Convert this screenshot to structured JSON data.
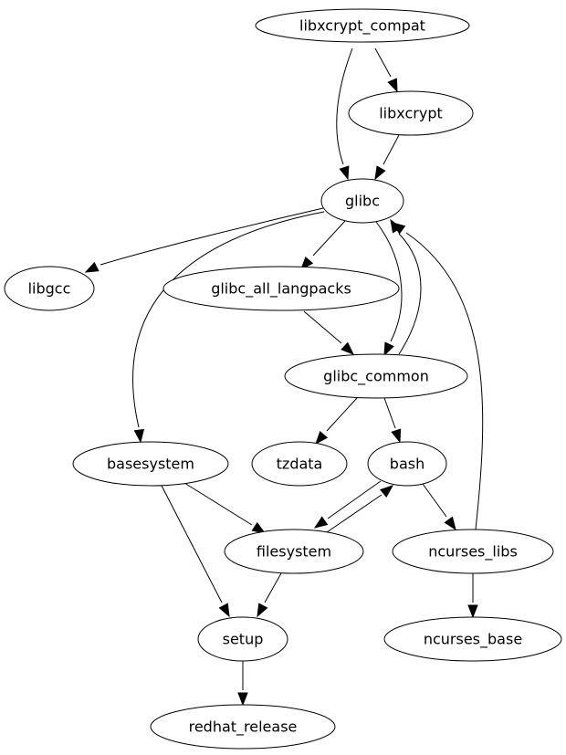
{
  "graph": {
    "type": "directed-dependency-graph",
    "nodes": [
      {
        "id": "libxcrypt_compat",
        "label": "libxcrypt_compat"
      },
      {
        "id": "libxcrypt",
        "label": "libxcrypt"
      },
      {
        "id": "glibc",
        "label": "glibc"
      },
      {
        "id": "libgcc",
        "label": "libgcc"
      },
      {
        "id": "glibc_all_langpacks",
        "label": "glibc_all_langpacks"
      },
      {
        "id": "glibc_common",
        "label": "glibc_common"
      },
      {
        "id": "basesystem",
        "label": "basesystem"
      },
      {
        "id": "tzdata",
        "label": "tzdata"
      },
      {
        "id": "bash",
        "label": "bash"
      },
      {
        "id": "filesystem",
        "label": "filesystem"
      },
      {
        "id": "ncurses_libs",
        "label": "ncurses_libs"
      },
      {
        "id": "setup",
        "label": "setup"
      },
      {
        "id": "ncurses_base",
        "label": "ncurses_base"
      },
      {
        "id": "redhat_release",
        "label": "redhat_release"
      }
    ],
    "edges": [
      {
        "from": "libxcrypt_compat",
        "to": "libxcrypt"
      },
      {
        "from": "libxcrypt_compat",
        "to": "glibc"
      },
      {
        "from": "libxcrypt",
        "to": "glibc"
      },
      {
        "from": "glibc",
        "to": "libgcc"
      },
      {
        "from": "glibc",
        "to": "glibc_all_langpacks"
      },
      {
        "from": "glibc",
        "to": "glibc_common"
      },
      {
        "from": "glibc",
        "to": "basesystem"
      },
      {
        "from": "glibc_common",
        "to": "glibc"
      },
      {
        "from": "ncurses_libs",
        "to": "glibc"
      },
      {
        "from": "glibc_all_langpacks",
        "to": "glibc_common"
      },
      {
        "from": "glibc_common",
        "to": "tzdata"
      },
      {
        "from": "glibc_common",
        "to": "bash"
      },
      {
        "from": "basesystem",
        "to": "filesystem"
      },
      {
        "from": "basesystem",
        "to": "setup"
      },
      {
        "from": "bash",
        "to": "filesystem"
      },
      {
        "from": "filesystem",
        "to": "bash"
      },
      {
        "from": "bash",
        "to": "ncurses_libs"
      },
      {
        "from": "filesystem",
        "to": "setup"
      },
      {
        "from": "ncurses_libs",
        "to": "ncurses_base"
      },
      {
        "from": "setup",
        "to": "redhat_release"
      }
    ]
  }
}
